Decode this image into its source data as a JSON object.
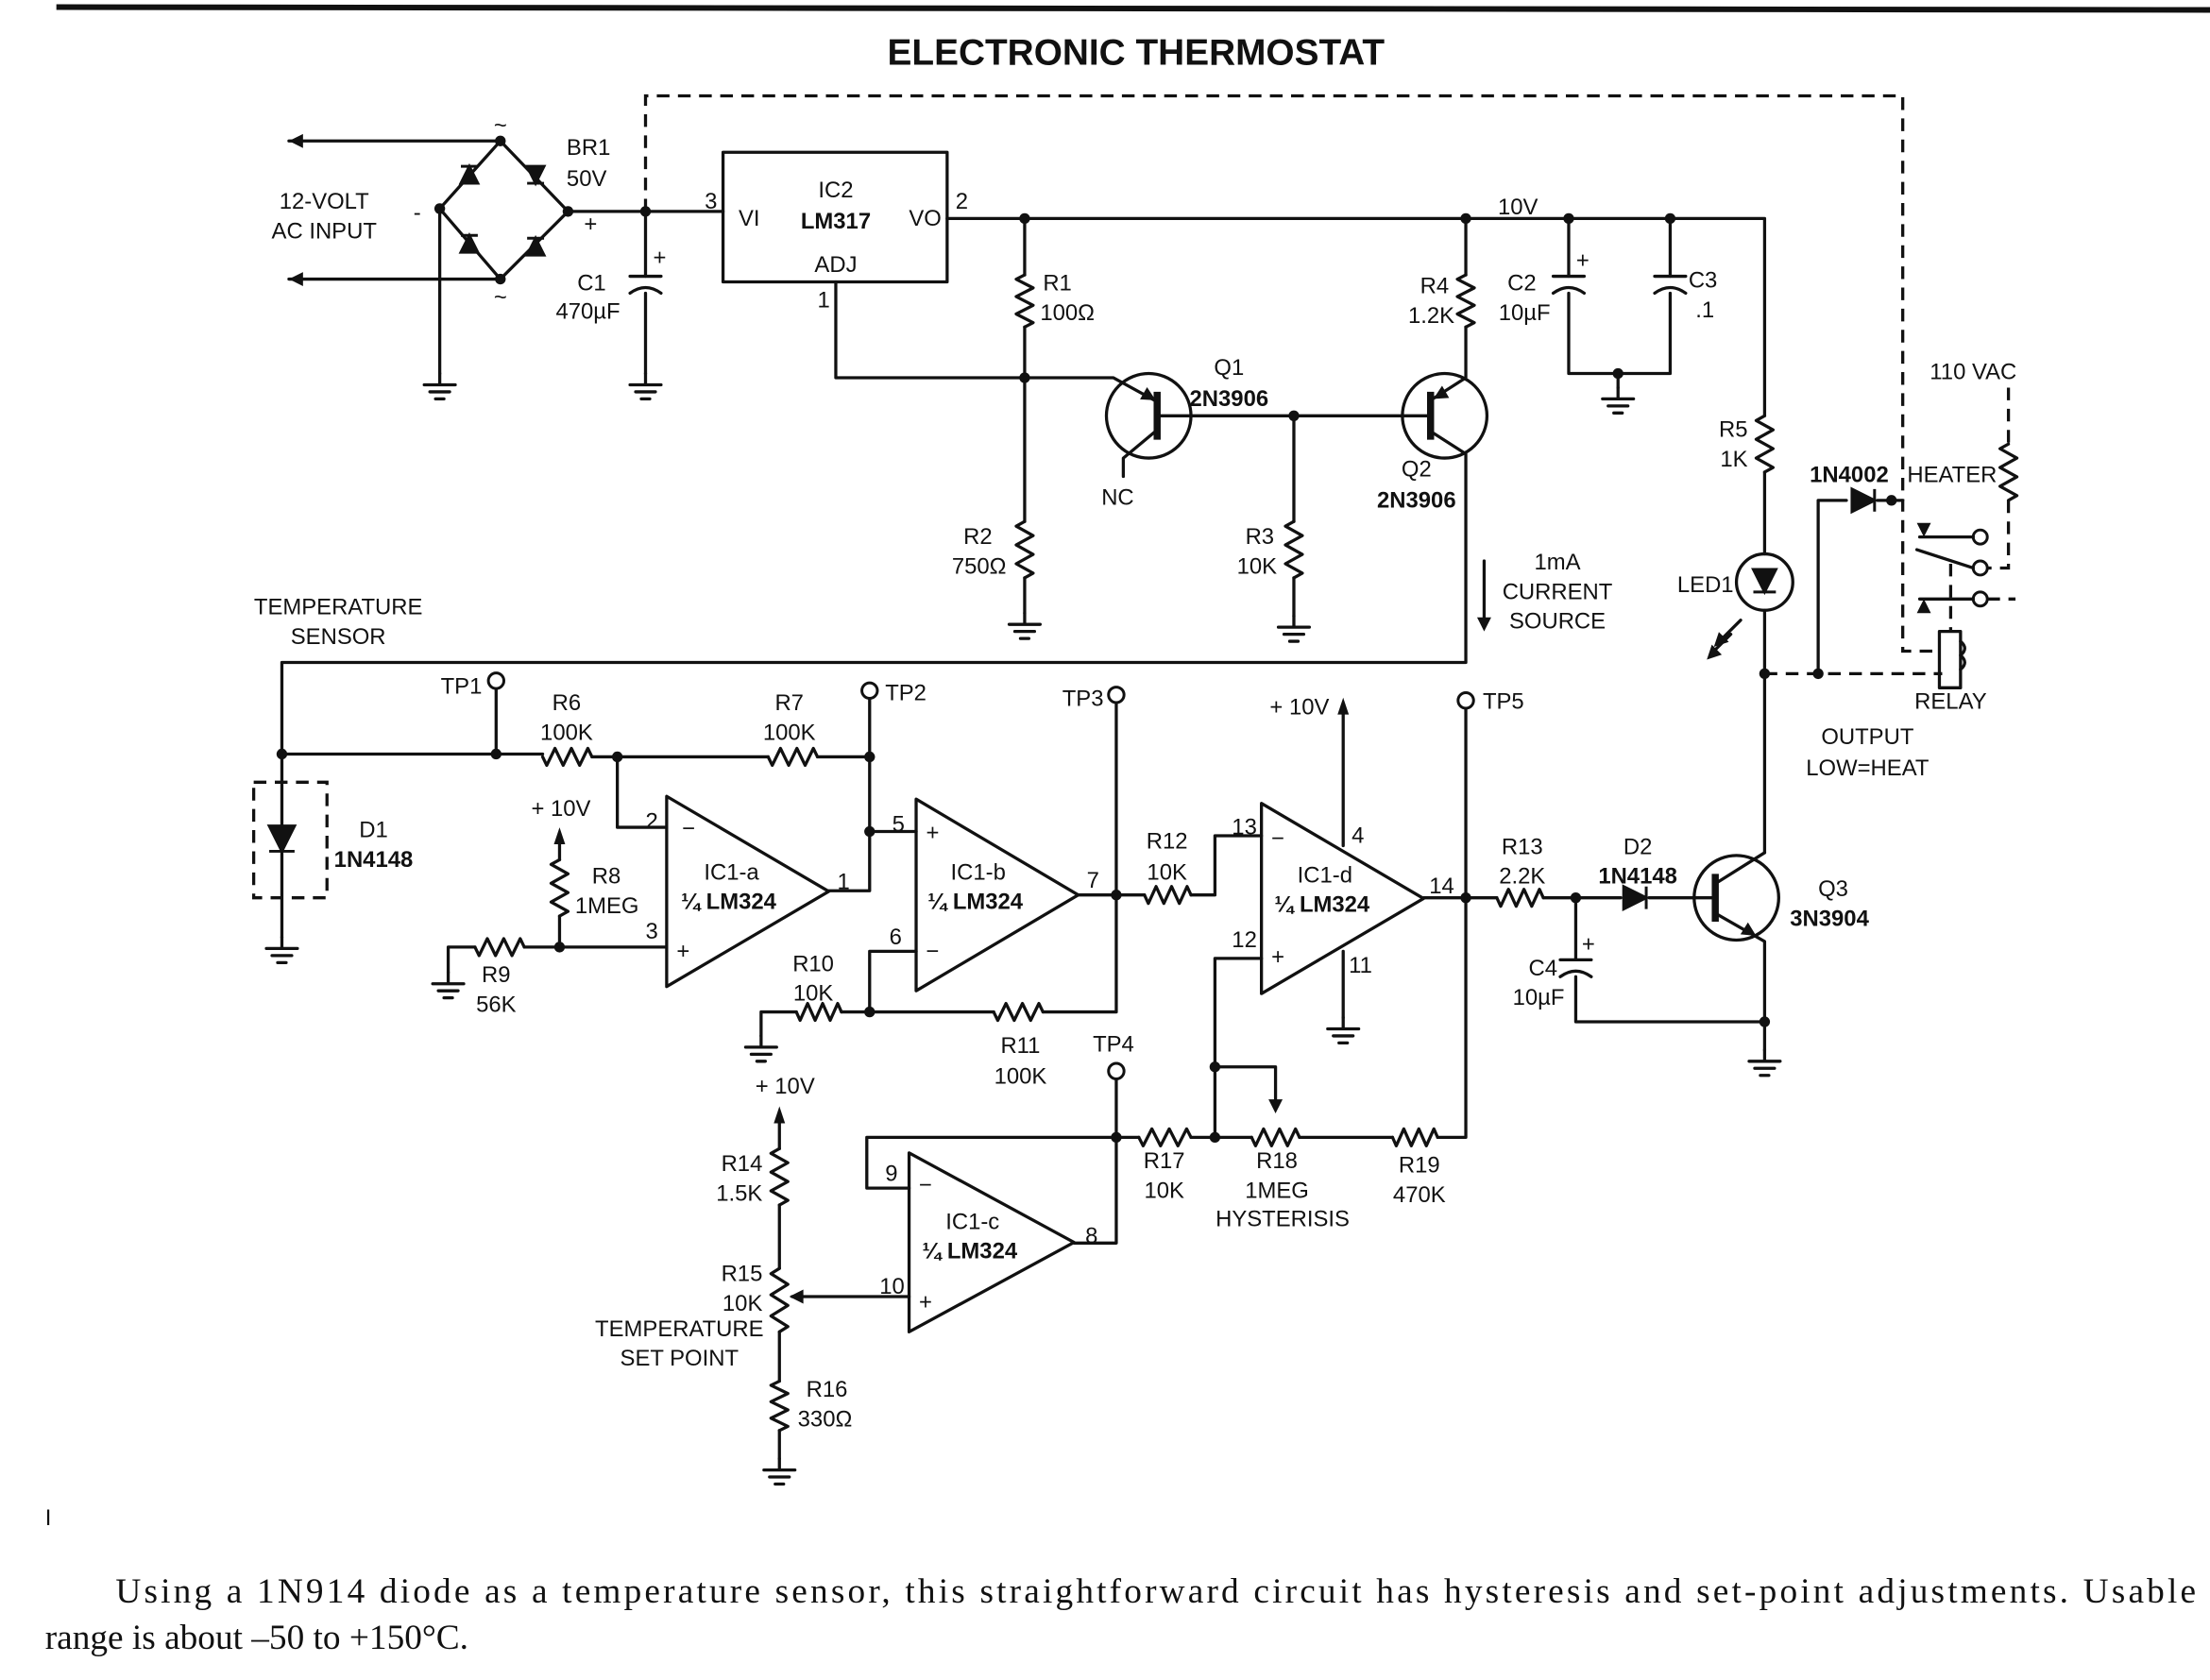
{
  "title": "ELECTRONIC THERMOSTAT",
  "labels": {
    "ac_input_1": "12-VOLT",
    "ac_input_2": "AC INPUT",
    "tilde": "~",
    "minus": "-",
    "plus": "+",
    "br1": "BR1",
    "br1_val": "50V",
    "c1": "C1",
    "c1_val": "470µF",
    "ic2": "IC2",
    "ic2_part": "LM317",
    "ic2_vi": "VI",
    "ic2_vo": "VO",
    "ic2_adj": "ADJ",
    "pin3": "3",
    "pin2": "2",
    "pin1": "1",
    "r1": "R1",
    "r1_val": "100Ω",
    "r2": "R2",
    "r2_val": "750Ω",
    "q1": "Q1",
    "q1_part": "2N3906",
    "nc": "NC",
    "r3": "R3",
    "r3_val": "10K",
    "q2": "Q2",
    "q2_part": "2N3906",
    "r4": "R4",
    "r4_val": "1.2K",
    "v10": "10V",
    "c2": "C2",
    "c2_val": "10µF",
    "c3": "C3",
    "c3_val": ".1",
    "r5": "R5",
    "r5_val": "1K",
    "led1": "LED1",
    "cs_1": "1mA",
    "cs_2": "CURRENT",
    "cs_3": "SOURCE",
    "d_1n4002": "1N4002",
    "heater": "HEATER",
    "vac": "110 VAC",
    "relay": "RELAY",
    "output_1": "OUTPUT",
    "output_2": "LOW=HEAT",
    "sensor_1": "TEMPERATURE",
    "sensor_2": "SENSOR",
    "tp1": "TP1",
    "tp2": "TP2",
    "tp3": "TP3",
    "tp4": "TP4",
    "tp5": "TP5",
    "r6": "R6",
    "r6_val": "100K",
    "r7": "R7",
    "r7_val": "100K",
    "d1": "D1",
    "d1_part": "1N4148",
    "plus10v": "+ 10V",
    "r8": "R8",
    "r8_val": "1MEG",
    "r9": "R9",
    "r9_val": "56K",
    "ic1a": "IC1-a",
    "ic1b": "IC1-b",
    "ic1c": "IC1-c",
    "ic1d": "IC1-d",
    "quarter_lm324": "¼ LM324",
    "p_2": "2",
    "p_3": "3",
    "p_1": "1",
    "p_5": "5",
    "p_6": "6",
    "p_7": "7",
    "p_13": "13",
    "p_12": "12",
    "p_4": "4",
    "p_11": "11",
    "p_14": "14",
    "p_9": "9",
    "p_10": "10",
    "p_8": "8",
    "r10": "R10",
    "r10_val": "10K",
    "r11": "R11",
    "r11_val": "100K",
    "r12": "R12",
    "r12_val": "10K",
    "r13": "R13",
    "r13_val": "2.2K",
    "d2": "D2",
    "d2_part": "1N4148",
    "c4": "C4",
    "c4_val": "10µF",
    "q3": "Q3",
    "q3_part": "3N3904",
    "r14": "R14",
    "r14_val": "1.5K",
    "r15": "R15",
    "r15_val": "10K",
    "setpoint_1": "TEMPERATURE",
    "setpoint_2": "SET POINT",
    "r16": "R16",
    "r16_val": "330Ω",
    "r17": "R17",
    "r17_val": "10K",
    "r18": "R18",
    "r18_val": "1MEG",
    "r18_desc": "HYSTERISIS",
    "r19": "R19",
    "r19_val": "470K",
    "stray_mark": "I"
  },
  "caption": {
    "line1": "Using a 1N914 diode as a temperature sensor, this straightforward circuit has hysteresis and set-point adjustments. Usable",
    "line2": "range is about –50 to +150°C."
  }
}
